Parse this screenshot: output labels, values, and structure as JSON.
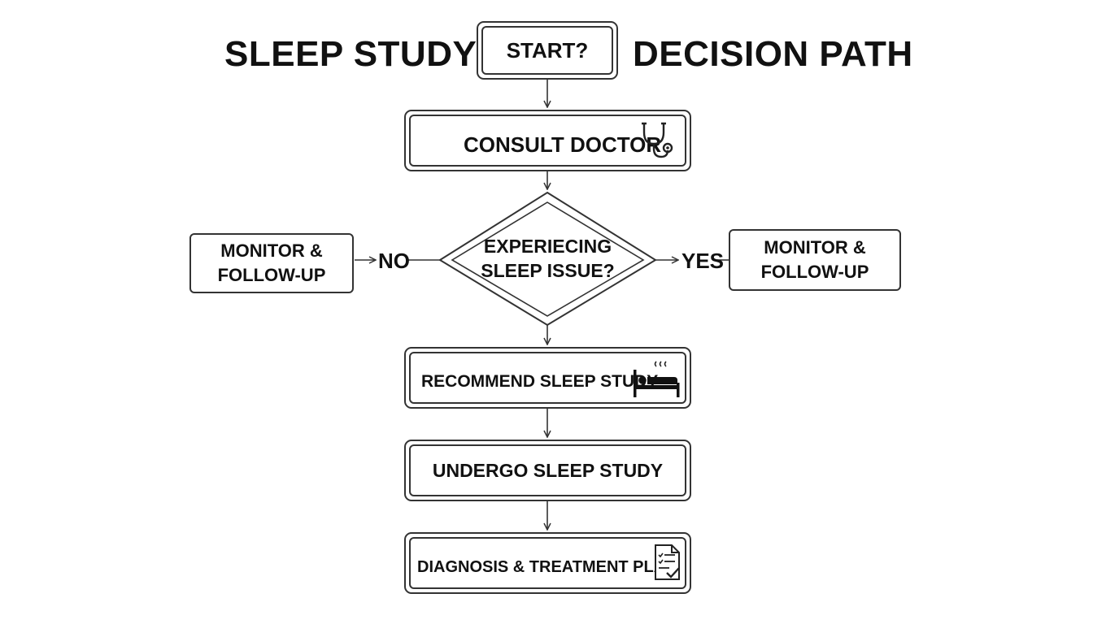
{
  "header": {
    "title_left": "SLEEP STUDY",
    "title_right": "DECISION PATH"
  },
  "nodes": {
    "start": "START?",
    "consult": "CONSULT DOCTOR",
    "decision_line1": "EXPERIECING",
    "decision_line2": "SLEEP ISSUE?",
    "left_line1": "MONITOR &",
    "left_line2": "FOLLOW-UP",
    "right_line1": "MONITOR &",
    "right_line2": "FOLLOW-UP",
    "recommend": "RECOMMEND SLEEP STUDY",
    "undergo": "UNDERGO SLEEP STUDY",
    "diagnosis": "DIAGNOSIS & TREATMENT PLAN"
  },
  "branch_labels": {
    "no": "NO",
    "yes": "YES"
  },
  "icons": {
    "consult": "stethoscope-icon",
    "recommend": "bed-sleeping-icon",
    "diagnosis": "checklist-document-icon"
  },
  "colors": {
    "stroke": "#333333",
    "text": "#111111",
    "background": "#ffffff"
  }
}
